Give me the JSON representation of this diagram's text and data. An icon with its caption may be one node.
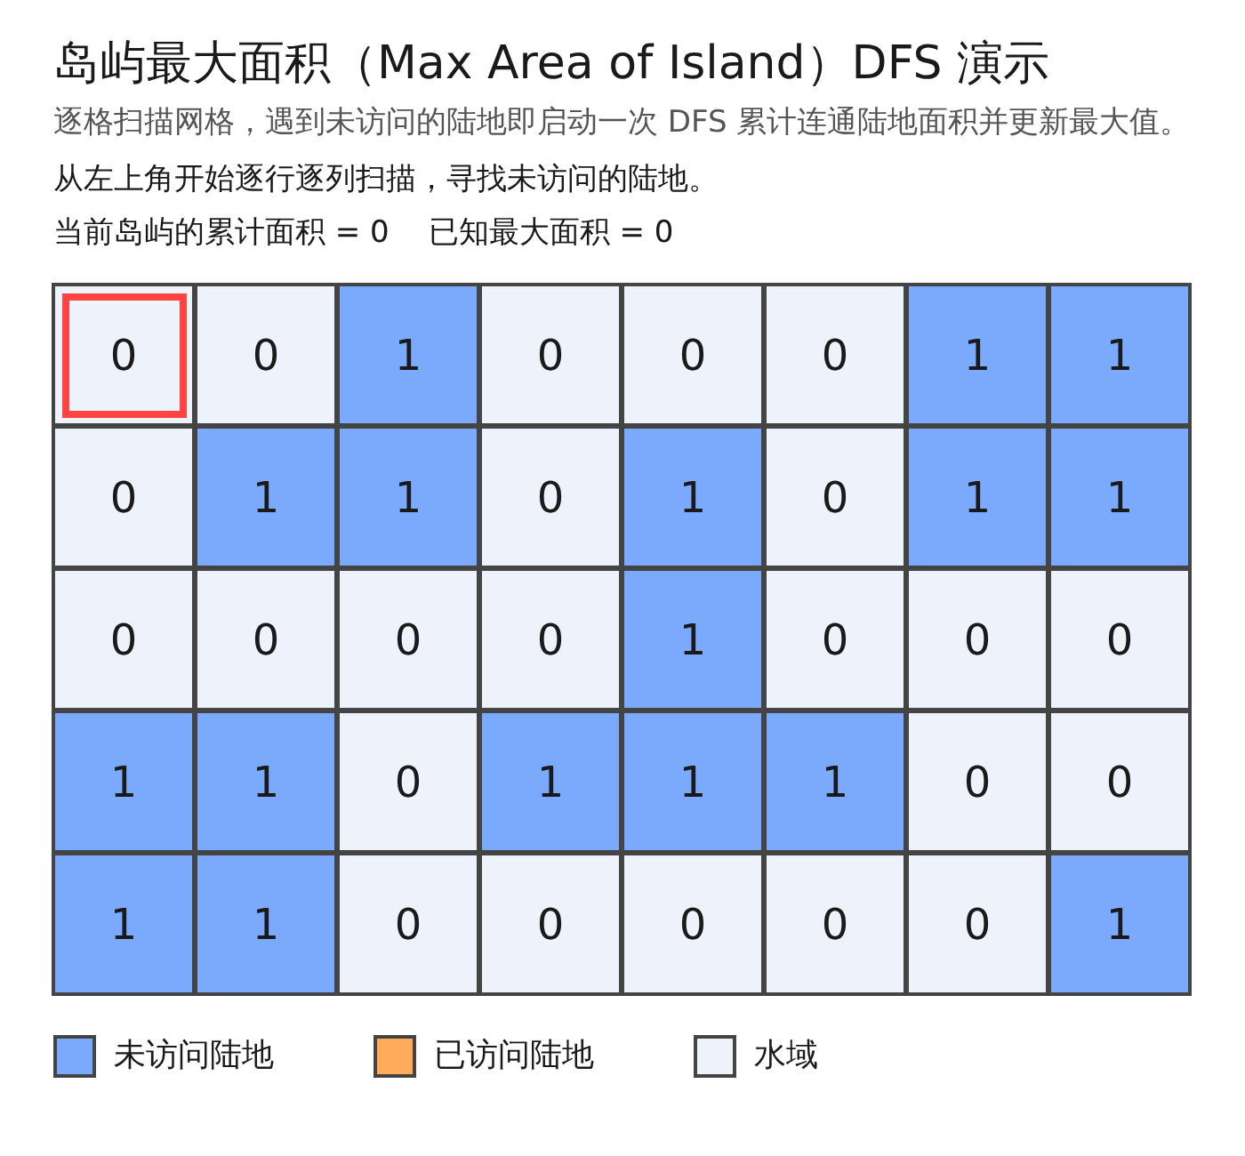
{
  "diagram": {
    "title": "岛屿最大面积（Max Area of Island）DFS 演示",
    "nodes": [
      {
        "text": [
          "0"
        ]
      },
      {
        "text": [
          "0"
        ]
      },
      {
        "text": [
          "1"
        ]
      },
      {
        "text": [
          "0"
        ]
      },
      {
        "text": [
          "0"
        ]
      },
      {
        "text": [
          "0"
        ]
      },
      {
        "text": [
          "1"
        ]
      },
      {
        "text": [
          "1"
        ]
      },
      {
        "text": [
          "0"
        ]
      },
      {
        "text": [
          "1"
        ]
      },
      {
        "text": [
          "1"
        ]
      },
      {
        "text": [
          "0"
        ]
      },
      {
        "text": [
          "1"
        ]
      },
      {
        "text": [
          "0"
        ]
      },
      {
        "text": [
          "1"
        ]
      },
      {
        "text": [
          "1"
        ]
      },
      {
        "text": [
          "0"
        ]
      },
      {
        "text": [
          "0"
        ]
      },
      {
        "text": [
          "0"
        ]
      },
      {
        "text": [
          "0"
        ]
      },
      {
        "text": [
          "1"
        ]
      },
      {
        "text": [
          "0"
        ]
      },
      {
        "text": [
          "0"
        ]
      },
      {
        "text": [
          "0"
        ]
      },
      {
        "text": [
          "1"
        ]
      },
      {
        "text": [
          "1"
        ]
      },
      {
        "text": [
          "0"
        ]
      },
      {
        "text": [
          "1"
        ]
      },
      {
        "text": [
          "1"
        ]
      },
      {
        "text": [
          "1"
        ]
      },
      {
        "text": [
          "0"
        ]
      },
      {
        "text": [
          "0"
        ]
      },
      {
        "text": [
          "1"
        ]
      },
      {
        "text": [
          "1"
        ]
      },
      {
        "text": [
          "0"
        ]
      },
      {
        "text": [
          "0"
        ]
      },
      {
        "text": [
          "0"
        ]
      },
      {
        "text": [
          "0"
        ]
      },
      {
        "text": [
          "0"
        ]
      },
      {
        "text": [
          "1"
        ]
      }
    ],
    "labels": [
      "逐格扫描网格，遇到未访问的陆地即启动一次 DFS 累计连通陆地面积并更新最大值。",
      "从左上角开始逐行逐列扫描，寻找未访问的陆地。",
      "当前岛屿的累计面积 = 0",
      "已知最大面积 = 0"
    ],
    "legend": [
      {
        "text": "未访问陆地",
        "color": "#7baafc"
      },
      {
        "text": "已访问陆地",
        "color": "#ffab5b"
      },
      {
        "text": "水域",
        "color": "#eef2fa"
      }
    ]
  }
}
